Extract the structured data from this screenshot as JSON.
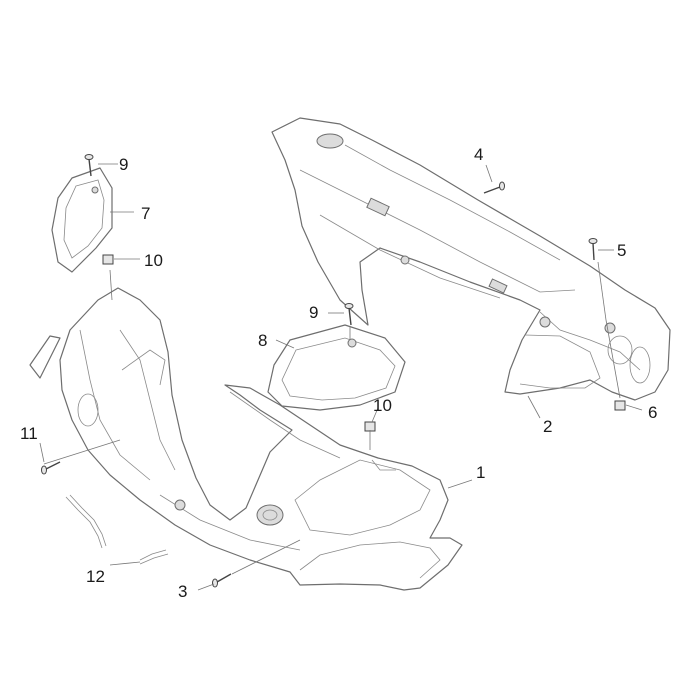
{
  "callouts": [
    {
      "id": "c1",
      "label": "1"
    },
    {
      "id": "c2",
      "label": "2"
    },
    {
      "id": "c3",
      "label": "3"
    },
    {
      "id": "c4",
      "label": "4"
    },
    {
      "id": "c5",
      "label": "5"
    },
    {
      "id": "c6",
      "label": "6"
    },
    {
      "id": "c7",
      "label": "7"
    },
    {
      "id": "c8",
      "label": "8"
    },
    {
      "id": "c9a",
      "label": "9"
    },
    {
      "id": "c9b",
      "label": "9"
    },
    {
      "id": "c10a",
      "label": "10"
    },
    {
      "id": "c10b",
      "label": "10"
    },
    {
      "id": "c11",
      "label": "11"
    },
    {
      "id": "c12",
      "label": "12"
    }
  ]
}
